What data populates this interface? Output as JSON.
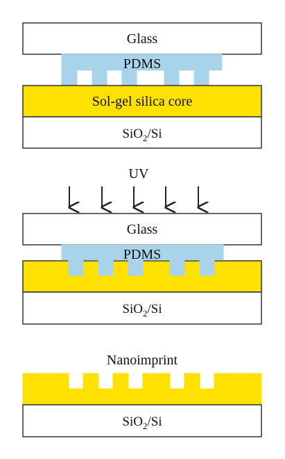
{
  "colors": {
    "glass": "#ffffff",
    "pdms": "#a9d3ea",
    "silica": "#ffe100",
    "substrate": "#ffffff",
    "outline": "#333333"
  },
  "step1": {
    "glass_label": "Glass",
    "pdms_label": "PDMS",
    "core_label": "Sol-gel silica core",
    "substrate_label": {
      "base": "SiO",
      "sub": "2",
      "tail": "/Si"
    }
  },
  "step2": {
    "uv_label": "UV",
    "glass_label": "Glass",
    "pdms_label": "PDMS",
    "substrate_label": {
      "base": "SiO",
      "sub": "2",
      "tail": "/Si"
    }
  },
  "step3": {
    "nanoimprint_label": "Nanoimprint",
    "substrate_label": {
      "base": "SiO",
      "sub": "2",
      "tail": "/Si"
    }
  }
}
